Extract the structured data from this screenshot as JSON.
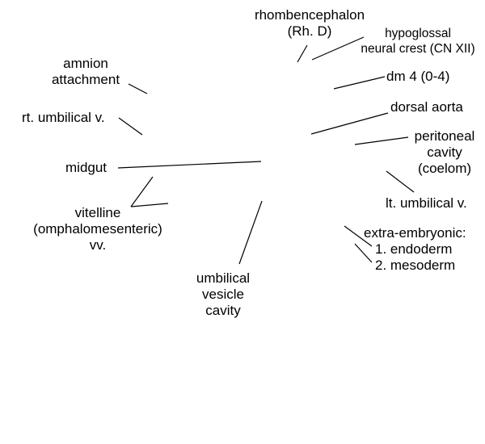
{
  "labels": {
    "rhombencephalon": [
      "rhombencephalon",
      "(Rh. D)"
    ],
    "hypoglossal": [
      "hypoglossal",
      "neural crest (CN XII)"
    ],
    "amnion": [
      "amnion",
      "attachment"
    ],
    "dm4": "dm 4 (0-4)",
    "rt_umbilical": "rt. umbilical v.",
    "dorsal_aorta": "dorsal aorta",
    "peritoneal": [
      "peritoneal",
      "cavity",
      "(coelom)"
    ],
    "midgut": "midgut",
    "vitelline": [
      "vitelline",
      "(omphalomesenteric)",
      "vv."
    ],
    "lt_umbilical": "lt. umbilical v.",
    "extra_embryonic": [
      "extra-embryonic:",
      "1. endoderm",
      "2. mesoderm"
    ],
    "umbilical_vesicle": [
      "umbilical",
      "vesicle",
      "cavity"
    ]
  }
}
